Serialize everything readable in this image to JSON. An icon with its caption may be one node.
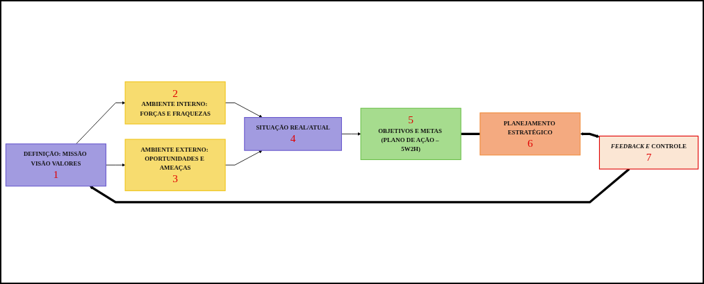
{
  "diagram": {
    "nodes": [
      {
        "text": [
          "DEFINIÇÃO: MISSÃO VISÃO VALORES",
          "1"
        ]
      },
      {
        "text": [
          "2",
          "AMBIENTE INTERNO: FORÇAS E FRAQUEZAS"
        ]
      },
      {
        "text": [
          "AMBIENTE EXTERNO: OPORTUNIDADES E AMEAÇAS",
          "3"
        ]
      },
      {
        "text": [
          "SITUAÇÃO REAL/ATUAL",
          "4"
        ]
      },
      {
        "text": [
          "5",
          "OBJETIVOS E METAS (PLANO DE AÇÃO – 5W2H)"
        ]
      },
      {
        "text": [
          "PLANEJAMENTO ESTRATÉGICO",
          "6"
        ]
      },
      {
        "text": [
          "*FEEDBACK E* CONTROLE",
          "7"
        ]
      }
    ],
    "edges": [
      {
        "from": 0,
        "to": 1,
        "arrow": "to"
      },
      {
        "from": 0,
        "to": 2,
        "arrow": "to"
      },
      {
        "from": 1,
        "to": 3,
        "arrow": "to"
      },
      {
        "from": 2,
        "to": 3,
        "arrow": "to"
      },
      {
        "from": 3,
        "to": 4,
        "arrow": "to"
      },
      {
        "from": 4,
        "to": 5,
        "arrow": "none",
        "style": "thick"
      },
      {
        "from": 5,
        "to": 6,
        "arrow": "both",
        "style": "thick"
      },
      {
        "from": 6,
        "to": 0,
        "arrow": "to",
        "style": "thick"
      }
    ]
  }
}
